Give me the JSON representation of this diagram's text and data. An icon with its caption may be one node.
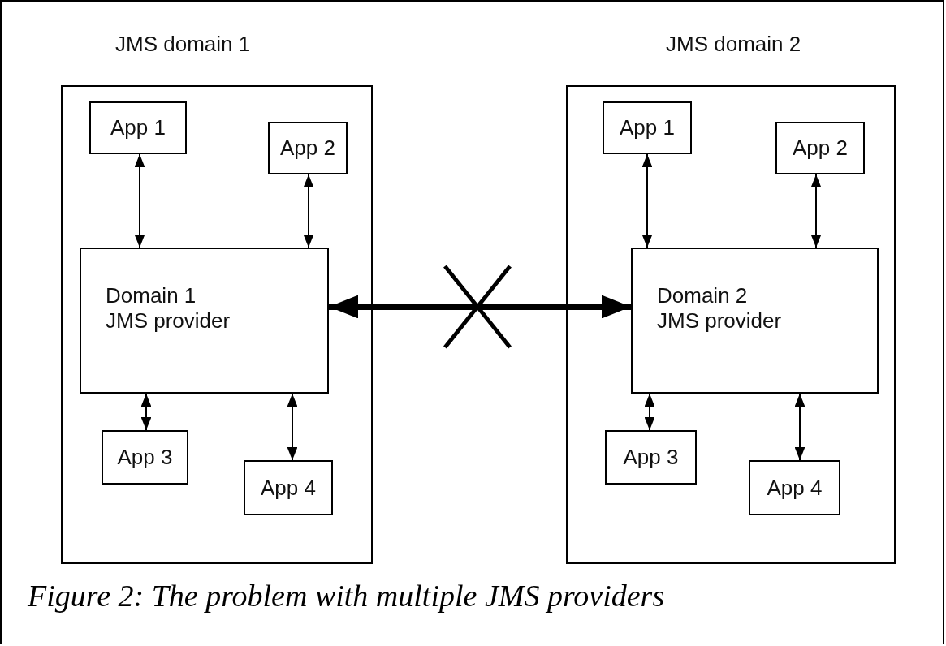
{
  "diagram": {
    "caption": "Figure 2: The problem with multiple JMS providers",
    "nodes": [
      {
        "text": [
          "JMS domain 1"
        ]
      },
      {
        "text": [
          "App 1"
        ],
        "in": 0
      },
      {
        "text": [
          "App 2"
        ],
        "in": 0
      },
      {
        "text": [
          "Domain 1 JMS provider"
        ],
        "in": 0
      },
      {
        "text": [
          "App 3"
        ],
        "in": 0
      },
      {
        "text": [
          "App 4"
        ],
        "in": 0
      },
      {
        "text": [
          "JMS domain 2"
        ]
      },
      {
        "text": [
          "App 1"
        ],
        "in": 6
      },
      {
        "text": [
          "App 2"
        ],
        "in": 6
      },
      {
        "text": [
          "Domain 2 JMS provider"
        ],
        "in": 6
      },
      {
        "text": [
          "App 3"
        ],
        "in": 6
      },
      {
        "text": [
          "App 4"
        ],
        "in": 6
      }
    ],
    "edges": [
      {
        "from": 1,
        "to": 3,
        "arrow": "both"
      },
      {
        "from": 2,
        "to": 3,
        "arrow": "both"
      },
      {
        "from": 3,
        "to": 4,
        "arrow": "both"
      },
      {
        "from": 3,
        "to": 5,
        "arrow": "both"
      },
      {
        "from": 7,
        "to": 9,
        "arrow": "both"
      },
      {
        "from": 8,
        "to": 9,
        "arrow": "both"
      },
      {
        "from": 9,
        "to": 10,
        "arrow": "both"
      },
      {
        "from": 9,
        "to": 11,
        "arrow": "both"
      },
      {
        "from": 3,
        "to": 9,
        "arrow": "both",
        "style": "thick"
      }
    ]
  }
}
